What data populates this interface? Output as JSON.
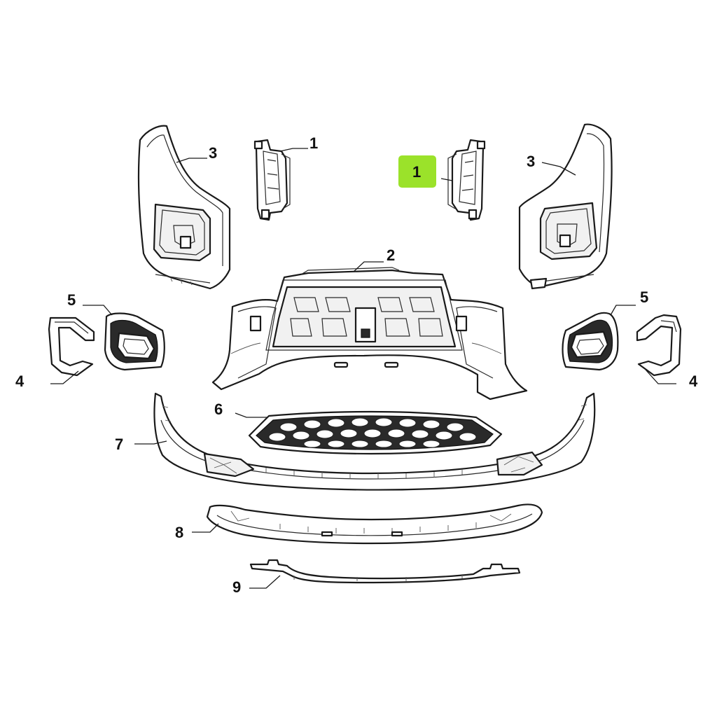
{
  "callouts": [
    {
      "id": "c1-left",
      "label": "1"
    },
    {
      "id": "c1-right",
      "label": "1",
      "highlighted": true
    },
    {
      "id": "c2",
      "label": "2"
    },
    {
      "id": "c3-left",
      "label": "3"
    },
    {
      "id": "c3-right",
      "label": "3"
    },
    {
      "id": "c4-left",
      "label": "4"
    },
    {
      "id": "c4-right",
      "label": "4"
    },
    {
      "id": "c5-left",
      "label": "5"
    },
    {
      "id": "c5-right",
      "label": "5"
    },
    {
      "id": "c6",
      "label": "6"
    },
    {
      "id": "c7",
      "label": "7"
    },
    {
      "id": "c8",
      "label": "8"
    },
    {
      "id": "c9",
      "label": "9"
    }
  ],
  "colors": {
    "highlight": "#9be22a",
    "line": "#1a1a1a",
    "background": "#ffffff"
  }
}
